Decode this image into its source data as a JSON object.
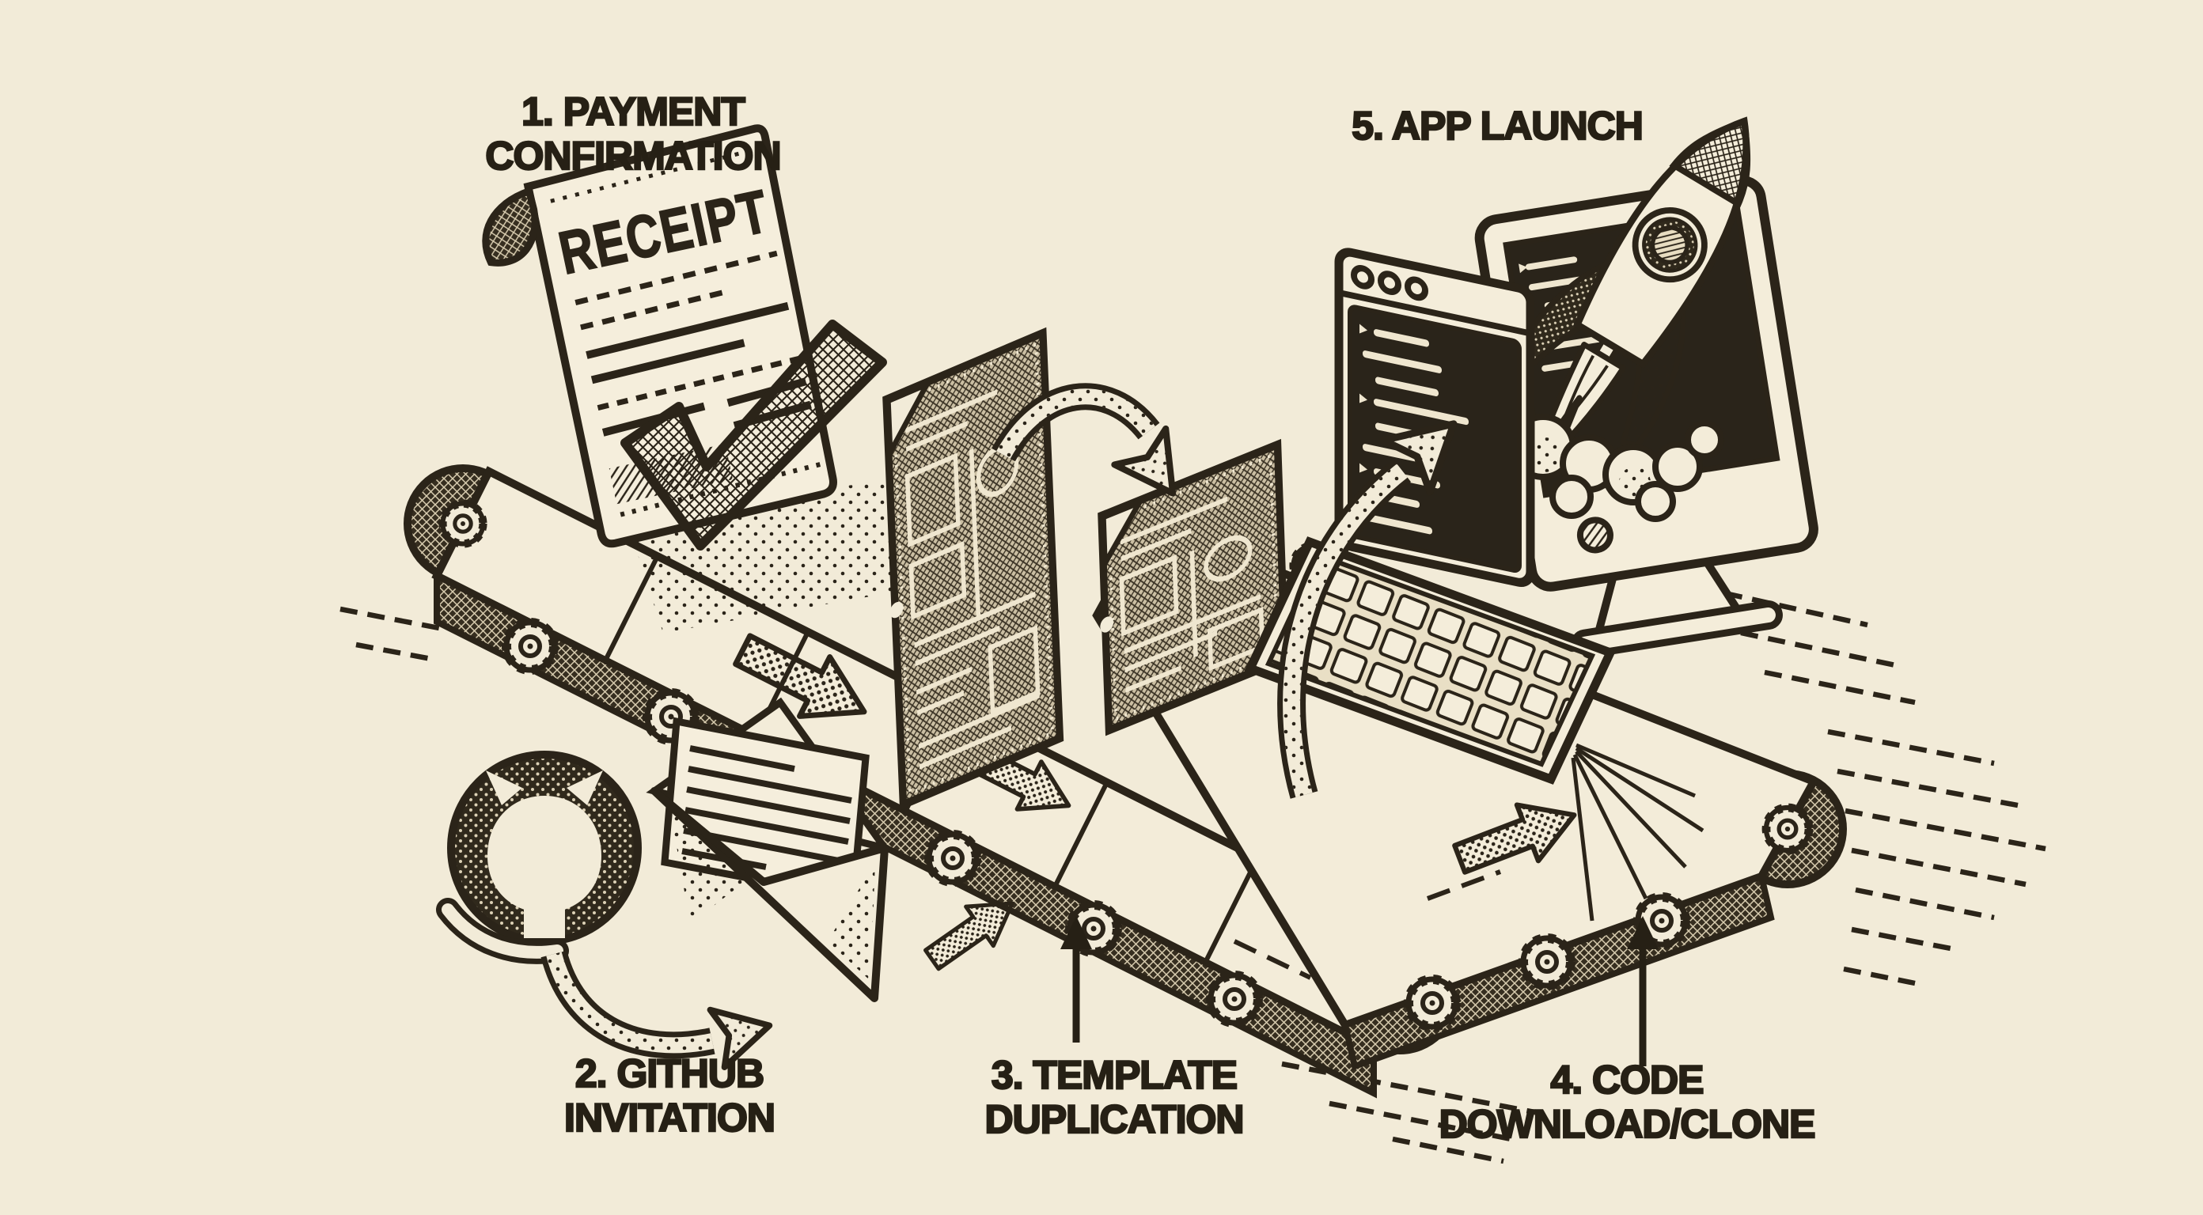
{
  "figure": {
    "background_color": "#f2ebd8",
    "ink_color": "#2b2419",
    "paper_color": "#f5eedc",
    "screen_color": "#2a241a",
    "halftone_color": "#cbbfa3"
  },
  "steps": [
    {
      "line1": "1. PAYMENT",
      "line2": "CONFIRMATION",
      "icon": "receipt-checkmark-icon"
    },
    {
      "line1": "2. GITHUB",
      "line2": "INVITATION",
      "icon": "github-octocat-envelope-icon"
    },
    {
      "line1": "3. TEMPLATE",
      "line2": "DUPLICATION",
      "icon": "template-cards-copy-icon"
    },
    {
      "line1": "4. CODE",
      "line2": "DOWNLOAD/CLONE",
      "icon": "conveyor-belt-icon"
    },
    {
      "line1": "5. APP LAUNCH",
      "line2": "",
      "icon": "computer-rocket-launch-icon"
    }
  ],
  "receipt": {
    "title": "RECEIPT"
  }
}
